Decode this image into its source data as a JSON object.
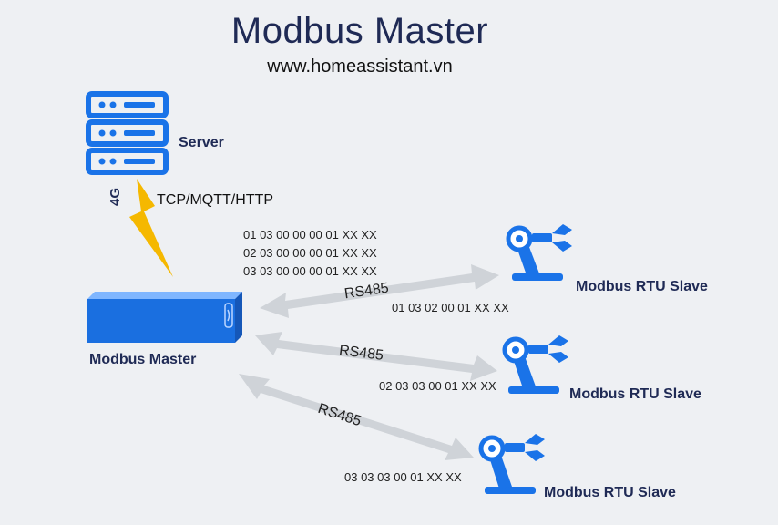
{
  "header": {
    "title": "Modbus Master",
    "website": "www.homeassistant.vn"
  },
  "server": {
    "label": "Server"
  },
  "link": {
    "network": "4G",
    "protocols": "TCP/MQTT/HTTP"
  },
  "master": {
    "label": "Modbus Master",
    "requests": [
      "01 03 00 00 00 01 XX XX",
      "02 03 00 00 00 01 XX XX",
      "03 03 00 00 00 01 XX XX"
    ]
  },
  "slaves": [
    {
      "label": "Modbus RTU Slave",
      "bus": "RS485",
      "response": "01 03 02 00 01 XX XX"
    },
    {
      "label": "Modbus RTU Slave",
      "bus": "RS485",
      "response": "02 03 03 00 01 XX XX"
    },
    {
      "label": "Modbus RTU Slave",
      "bus": "RS485",
      "response": "03 03 03 00 01 XX XX"
    }
  ],
  "colors": {
    "primary_blue": "#1a73e8",
    "dark_text": "#1f2a55",
    "arrow_gray": "#cfd3d8",
    "lightning": "#f5b800"
  }
}
